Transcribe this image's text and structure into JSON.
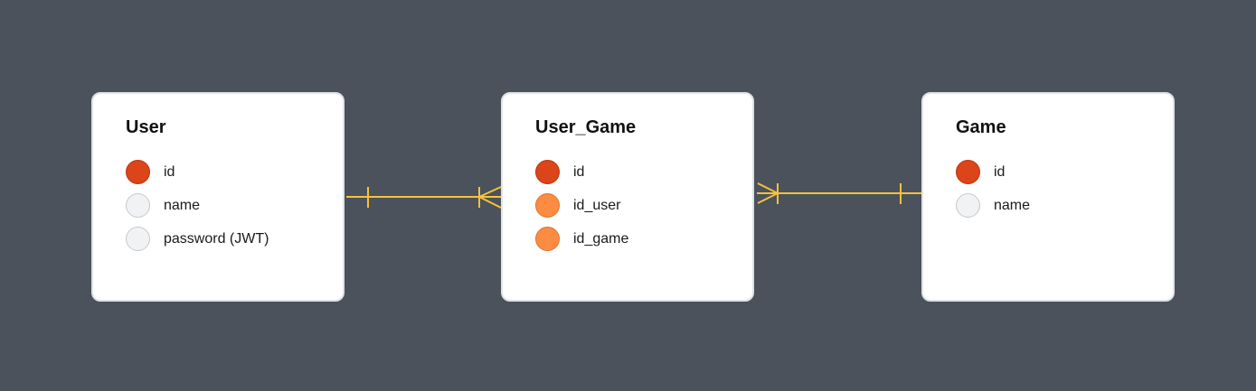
{
  "diagram": {
    "colors": {
      "background": "#4b525b",
      "card": "#ffffff",
      "primary_key": "#dc4419",
      "foreign_key": "#fd8c43",
      "attribute": "#f1f2f4",
      "relationship": "#f7c23d"
    },
    "entities": [
      {
        "title": "User",
        "fields": [
          {
            "label": "id",
            "kind": "primary-key"
          },
          {
            "label": "name",
            "kind": "attribute"
          },
          {
            "label": "password (JWT)",
            "kind": "attribute"
          }
        ]
      },
      {
        "title": "User_Game",
        "fields": [
          {
            "label": "id",
            "kind": "primary-key"
          },
          {
            "label": "id_user",
            "kind": "foreign-key"
          },
          {
            "label": "id_game",
            "kind": "foreign-key"
          }
        ]
      },
      {
        "title": "Game",
        "fields": [
          {
            "label": "id",
            "kind": "primary-key"
          },
          {
            "label": "name",
            "kind": "attribute"
          }
        ]
      }
    ],
    "relationships": [
      {
        "from": "User",
        "to": "User_Game",
        "from_cardinality": "one",
        "to_cardinality": "many"
      },
      {
        "from": "User_Game",
        "to": "Game",
        "from_cardinality": "many",
        "to_cardinality": "one"
      }
    ]
  }
}
